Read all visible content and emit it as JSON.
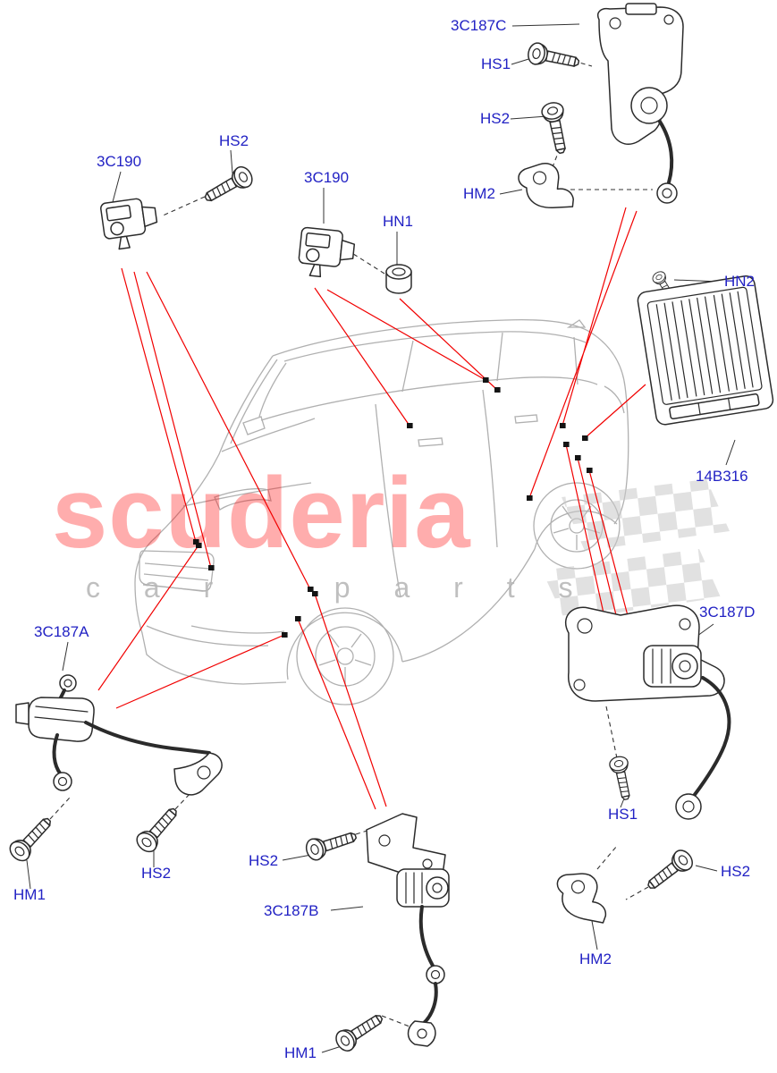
{
  "watermark": {
    "word": "scuderia",
    "sub": "c a r    p a r t s"
  },
  "colors": {
    "label_blue": "#2222c4",
    "leader_red": "#f10000",
    "part_line": "#2b2b2b",
    "car_line": "#b0b0b0",
    "watermark_red": "#ff1111",
    "watermark_gray": "#b5b5b5"
  },
  "labels": {
    "sensor_c": "3C187C",
    "hs1_top": "HS1",
    "hs2_top_right": "HS2",
    "hm2_top": "HM2",
    "hs2_top_left": "HS2",
    "s190_left": "3C190",
    "s190_mid": "3C190",
    "hn1": "HN1",
    "hn2": "HN2",
    "ecu": "14B316",
    "sensor_a": "3C187A",
    "sensor_d": "3C187D",
    "hm1_left": "HM1",
    "hs2_left": "HS2",
    "hs2_mid": "HS2",
    "sensor_b": "3C187B",
    "hs1_right": "HS1",
    "hs2_right": "HS2",
    "hm2_bottom": "HM2",
    "hm1_bottom": "HM1"
  }
}
